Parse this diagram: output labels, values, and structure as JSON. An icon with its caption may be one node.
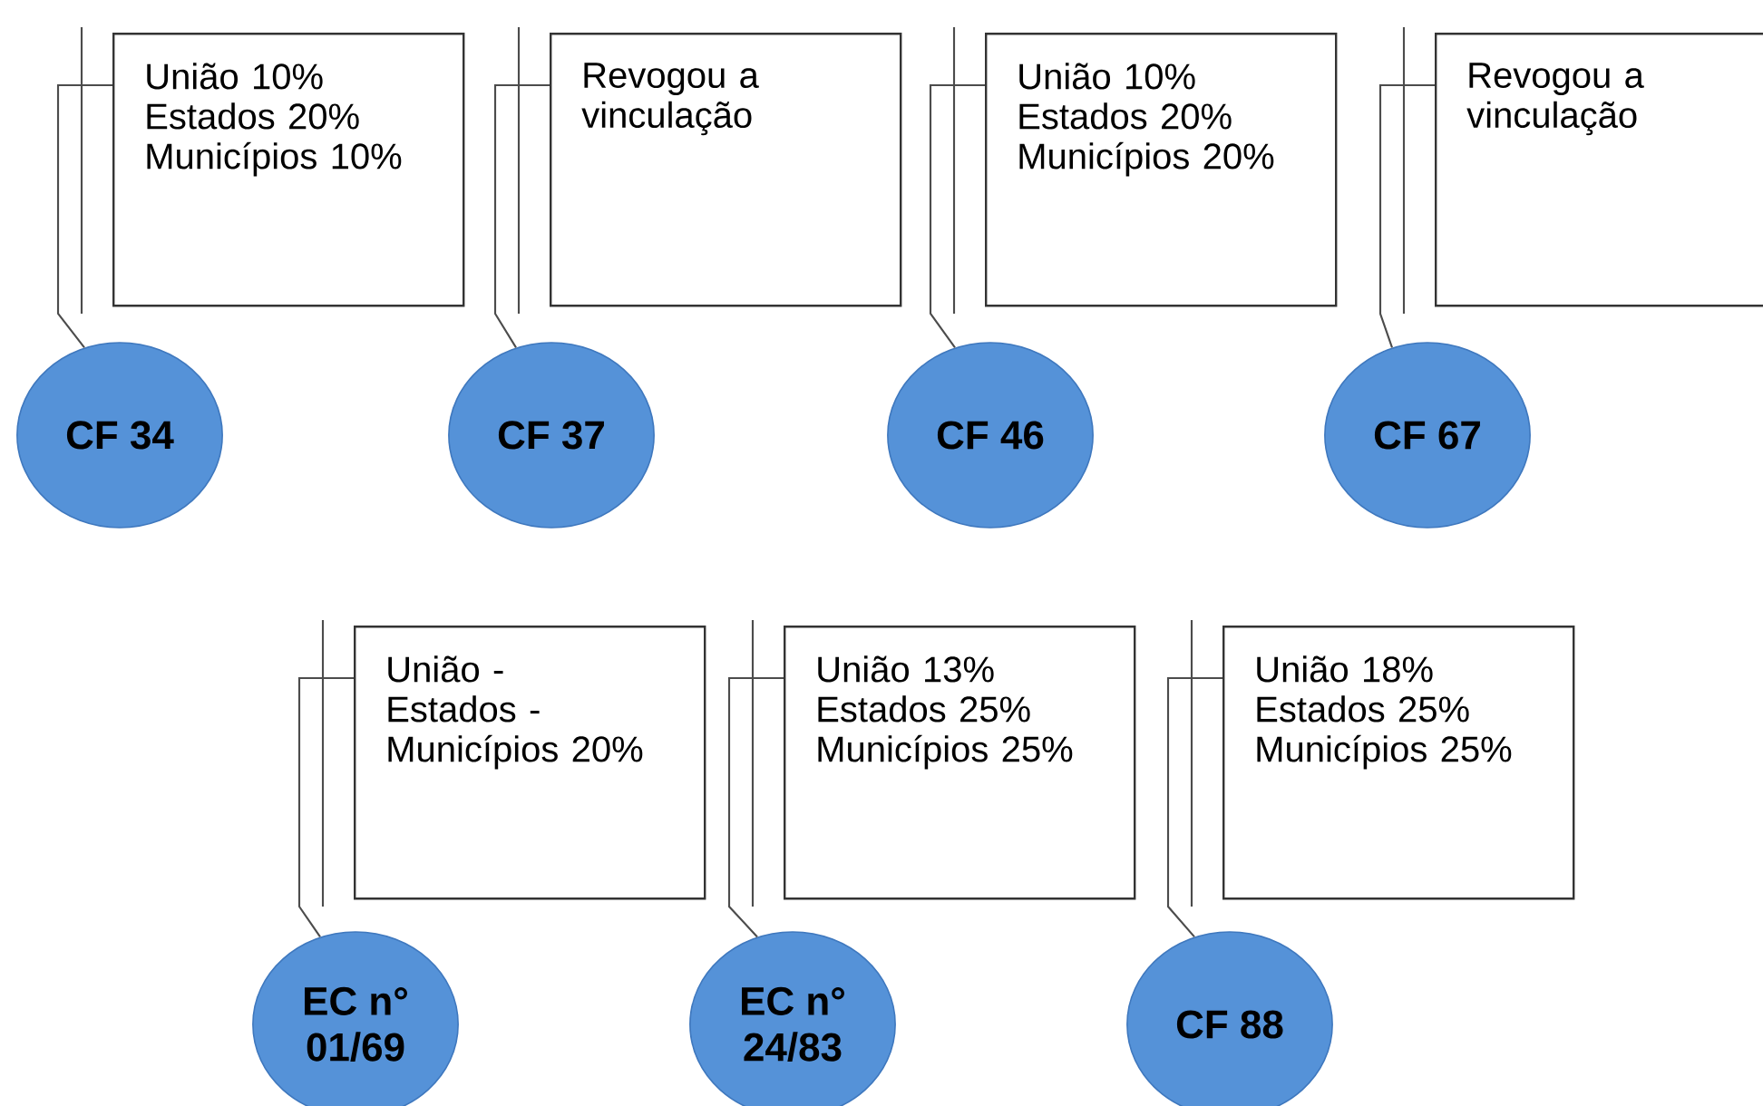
{
  "diagram": {
    "nodes": [
      {
        "text": [
          "União 10%",
          "Estados 20%",
          "Municípios 10%"
        ]
      },
      {
        "text": [
          "Revogou a vinculação"
        ]
      },
      {
        "text": [
          "União 10%",
          "Estados 20%",
          "Municípios 20%"
        ]
      },
      {
        "text": [
          "Revogou a vinculação"
        ]
      },
      {
        "text": [
          "CF 34"
        ]
      },
      {
        "text": [
          "CF 37"
        ]
      },
      {
        "text": [
          "CF 46"
        ]
      },
      {
        "text": [
          "CF 67"
        ]
      },
      {
        "text": [
          "União -",
          "Estados -",
          "Municípios 20%"
        ]
      },
      {
        "text": [
          "União 13%",
          "Estados 25%",
          "Municípios 25%"
        ]
      },
      {
        "text": [
          "União 18%",
          "Estados 25%",
          "Municípios 25%"
        ]
      },
      {
        "text": [
          "EC n° 01/69"
        ]
      },
      {
        "text": [
          "EC n° 24/83"
        ]
      },
      {
        "text": [
          "CF 88"
        ]
      }
    ],
    "edges": [
      {
        "from": 4,
        "to": 0,
        "arrow": "none"
      },
      {
        "from": 5,
        "to": 1,
        "arrow": "none"
      },
      {
        "from": 6,
        "to": 2,
        "arrow": "none"
      },
      {
        "from": 7,
        "to": 3,
        "arrow": "none"
      },
      {
        "from": 11,
        "to": 8,
        "arrow": "none"
      },
      {
        "from": 12,
        "to": 9,
        "arrow": "none"
      },
      {
        "from": 13,
        "to": 10,
        "arrow": "none"
      }
    ]
  }
}
